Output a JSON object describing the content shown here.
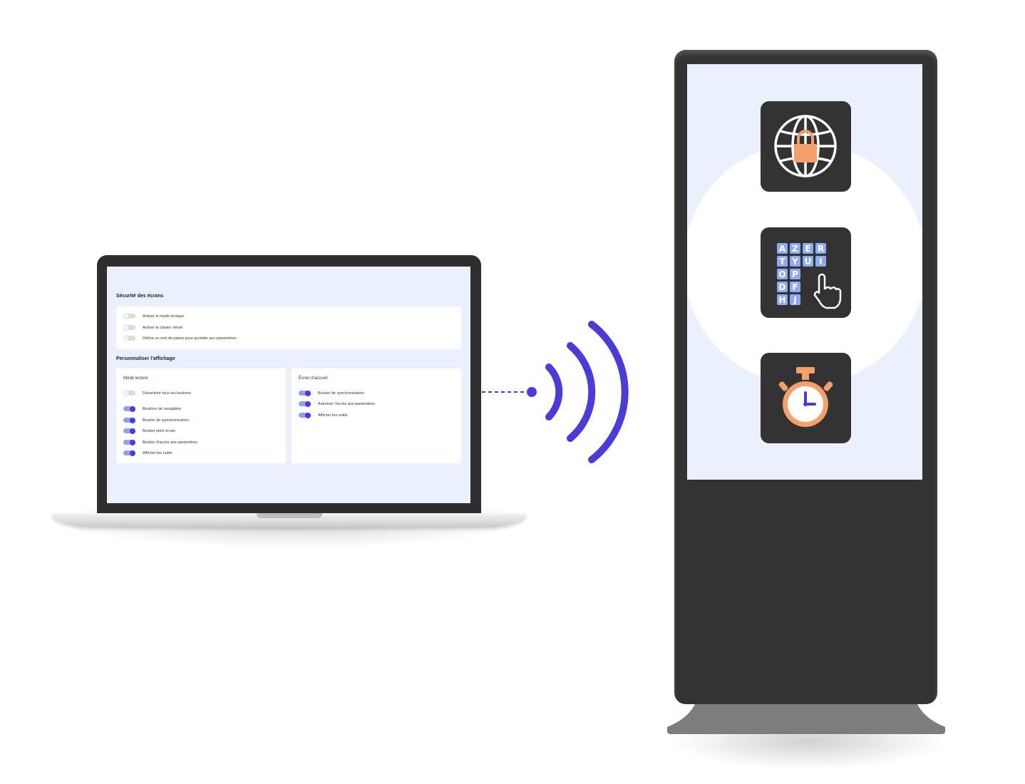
{
  "laptop": {
    "security": {
      "title": "Sécurité des écrans",
      "items": [
        {
          "label": "Activer le mode kiosque",
          "on": false
        },
        {
          "label": "Activer le clavier virtuel",
          "on": false
        },
        {
          "label": "Définir un mot de passe pour accéder aux paramètres",
          "on": false
        }
      ]
    },
    "display": {
      "title": "Personnaliser l'affichage",
      "reading_mode": {
        "title": "Mode lecture",
        "disable_all": {
          "label": "Désactiver tous les boutons",
          "on": false
        },
        "items": [
          {
            "label": "Boutons de navigation",
            "on": true
          },
          {
            "label": "Bouton de synchronisation",
            "on": true
          },
          {
            "label": "Bouton plein écran",
            "on": true
          },
          {
            "label": "Bouton d'accès aux paramètres",
            "on": true
          },
          {
            "label": "Afficher les outils",
            "on": true
          }
        ]
      },
      "home_screen": {
        "title": "Écran d'accueil",
        "items": [
          {
            "label": "Bouton de synchronisation",
            "on": true
          },
          {
            "label": "Autoriser l'accès aux paramètres",
            "on": true
          },
          {
            "label": "Afficher les outils",
            "on": true
          }
        ]
      }
    }
  },
  "kiosk": {
    "tiles": [
      {
        "icon": "globe-lock-icon"
      },
      {
        "icon": "virtual-keyboard-icon",
        "keys": [
          "A",
          "Z",
          "E",
          "R",
          "T",
          "Y",
          "U",
          "I",
          "O",
          "P",
          "D",
          "F",
          "H",
          "J"
        ]
      },
      {
        "icon": "stopwatch-icon"
      }
    ]
  },
  "colors": {
    "accent": "#4b3bd9",
    "orange": "#f4a06b",
    "key_blue": "#8fa9f2",
    "screen_bg": "#eaf1fd",
    "device": "#333333"
  }
}
